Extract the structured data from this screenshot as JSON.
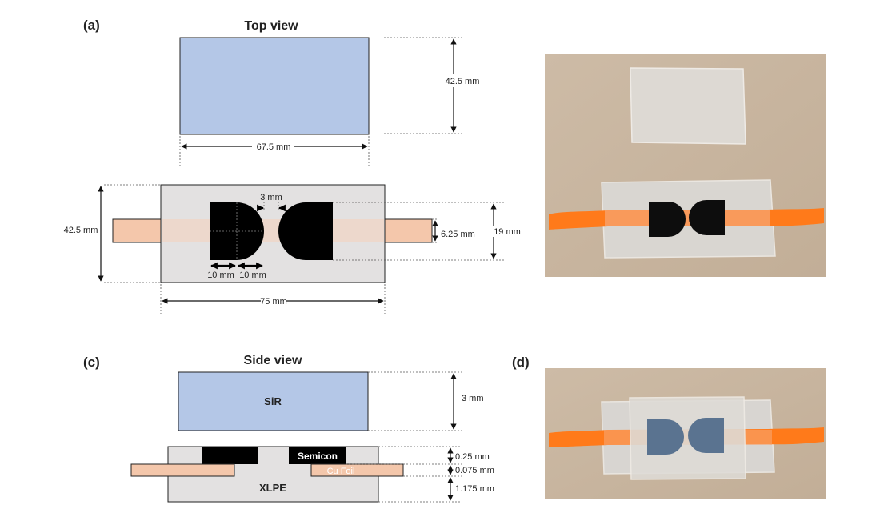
{
  "panels": {
    "a": "(a)",
    "c": "(c)",
    "d": "(d)"
  },
  "top_view": {
    "title": "Top view",
    "sir_width": "67.5 mm",
    "sir_height": "42.5 mm",
    "xlpe_height": "42.5 mm",
    "xlpe_width": "75 mm",
    "gap": "3 mm",
    "semicon_left": "10 mm",
    "semicon_right": "10 mm",
    "foil_width": "6.25 mm",
    "semicon_height": "19 mm"
  },
  "side_view": {
    "title": "Side view",
    "sir_label": "SiR",
    "sir_thickness": "3 mm",
    "semicon_label": "Semicon",
    "foil_label": "Cu Foil",
    "xlpe_label": "XLPE",
    "semicon_thickness": "0.25 mm",
    "foil_thickness": "0.075 mm",
    "xlpe_thickness": "1.175 mm"
  },
  "colors": {
    "sir": "#b4c7e7",
    "xlpe": "#e3e1e1",
    "copper": "#f4c7ab",
    "semicon": "#000000",
    "cardboard": "#c8b6a0",
    "foil_photo": "#ff7a1a",
    "semicon_photo_d": "#5a7390"
  }
}
